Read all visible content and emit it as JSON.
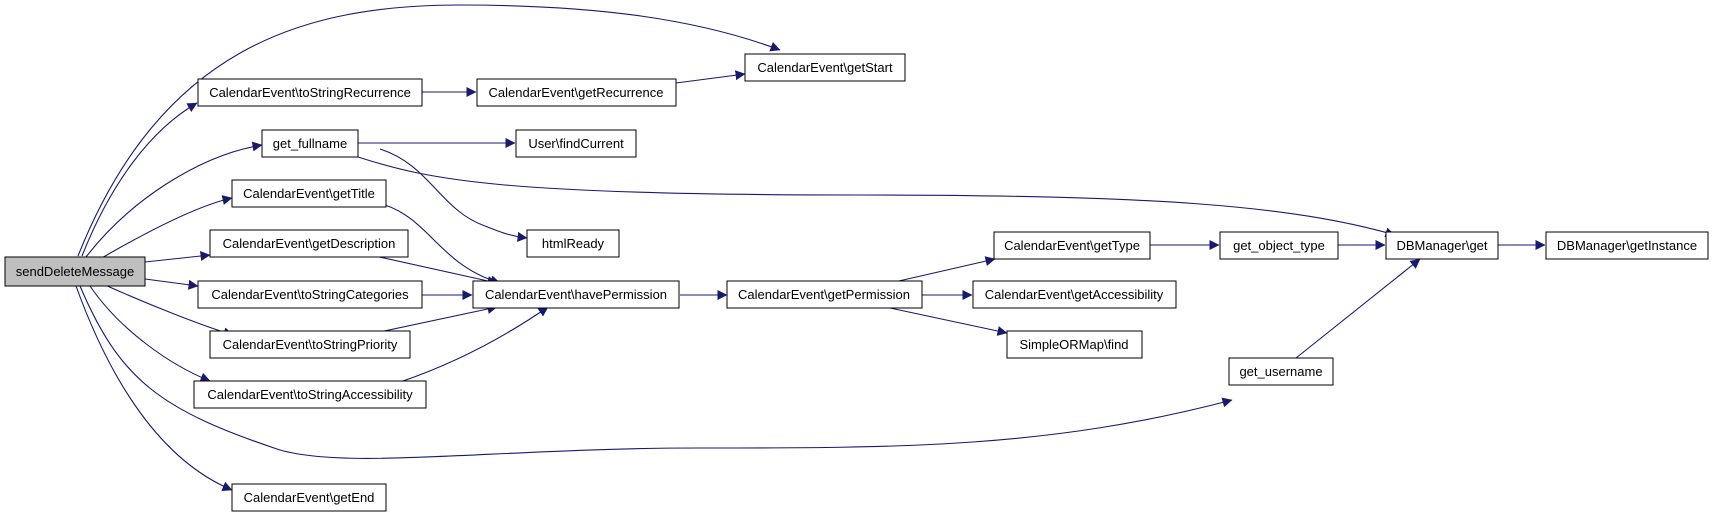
{
  "diagram": {
    "type": "call-graph",
    "root": "send-delete-message",
    "nodes": [
      {
        "id": "send-delete-message",
        "label": "sendDeleteMessage",
        "root": true
      },
      {
        "id": "to-string-recurrence",
        "label": "CalendarEvent\\toStringRecurrence"
      },
      {
        "id": "get-recurrence",
        "label": "CalendarEvent\\getRecurrence"
      },
      {
        "id": "get-start",
        "label": "CalendarEvent\\getStart"
      },
      {
        "id": "get-fullname",
        "label": "get_fullname"
      },
      {
        "id": "user-find-current",
        "label": "User\\findCurrent"
      },
      {
        "id": "html-ready",
        "label": "htmlReady"
      },
      {
        "id": "get-title",
        "label": "CalendarEvent\\getTitle"
      },
      {
        "id": "get-description",
        "label": "CalendarEvent\\getDescription"
      },
      {
        "id": "to-string-categories",
        "label": "CalendarEvent\\toStringCategories"
      },
      {
        "id": "to-string-priority",
        "label": "CalendarEvent\\toStringPriority"
      },
      {
        "id": "to-string-accessibility",
        "label": "CalendarEvent\\toStringAccessibility"
      },
      {
        "id": "get-end",
        "label": "CalendarEvent\\getEnd"
      },
      {
        "id": "have-permission",
        "label": "CalendarEvent\\havePermission"
      },
      {
        "id": "get-permission",
        "label": "CalendarEvent\\getPermission"
      },
      {
        "id": "get-type",
        "label": "CalendarEvent\\getType"
      },
      {
        "id": "get-accessibility",
        "label": "CalendarEvent\\getAccessibility"
      },
      {
        "id": "simple-ormap-find",
        "label": "SimpleORMap\\find"
      },
      {
        "id": "get-object-type",
        "label": "get_object_type"
      },
      {
        "id": "dbmanager-get",
        "label": "DBManager\\get"
      },
      {
        "id": "dbmanager-get-instance",
        "label": "DBManager\\getInstance"
      },
      {
        "id": "get-username",
        "label": "get_username"
      }
    ],
    "edges": [
      {
        "from": "send-delete-message",
        "to": "get-start"
      },
      {
        "from": "send-delete-message",
        "to": "to-string-recurrence"
      },
      {
        "from": "send-delete-message",
        "to": "get-fullname"
      },
      {
        "from": "send-delete-message",
        "to": "get-title"
      },
      {
        "from": "send-delete-message",
        "to": "get-description"
      },
      {
        "from": "send-delete-message",
        "to": "to-string-categories"
      },
      {
        "from": "send-delete-message",
        "to": "to-string-priority"
      },
      {
        "from": "send-delete-message",
        "to": "to-string-accessibility"
      },
      {
        "from": "send-delete-message",
        "to": "get-username"
      },
      {
        "from": "send-delete-message",
        "to": "get-end"
      },
      {
        "from": "to-string-recurrence",
        "to": "get-recurrence"
      },
      {
        "from": "get-recurrence",
        "to": "get-start"
      },
      {
        "from": "get-fullname",
        "to": "user-find-current"
      },
      {
        "from": "get-fullname",
        "to": "html-ready"
      },
      {
        "from": "get-fullname",
        "to": "dbmanager-get"
      },
      {
        "from": "get-title",
        "to": "have-permission"
      },
      {
        "from": "get-description",
        "to": "have-permission"
      },
      {
        "from": "to-string-categories",
        "to": "have-permission"
      },
      {
        "from": "to-string-priority",
        "to": "have-permission"
      },
      {
        "from": "to-string-accessibility",
        "to": "have-permission"
      },
      {
        "from": "have-permission",
        "to": "get-permission"
      },
      {
        "from": "get-permission",
        "to": "get-type"
      },
      {
        "from": "get-permission",
        "to": "get-accessibility"
      },
      {
        "from": "get-permission",
        "to": "simple-ormap-find"
      },
      {
        "from": "get-type",
        "to": "get-object-type"
      },
      {
        "from": "get-object-type",
        "to": "dbmanager-get"
      },
      {
        "from": "dbmanager-get",
        "to": "dbmanager-get-instance"
      },
      {
        "from": "get-username",
        "to": "dbmanager-get"
      }
    ]
  },
  "colors": {
    "edge": "#191970",
    "node_border": "#000000",
    "node_fill": "#ffffff",
    "root_fill": "#bfbfbf"
  }
}
